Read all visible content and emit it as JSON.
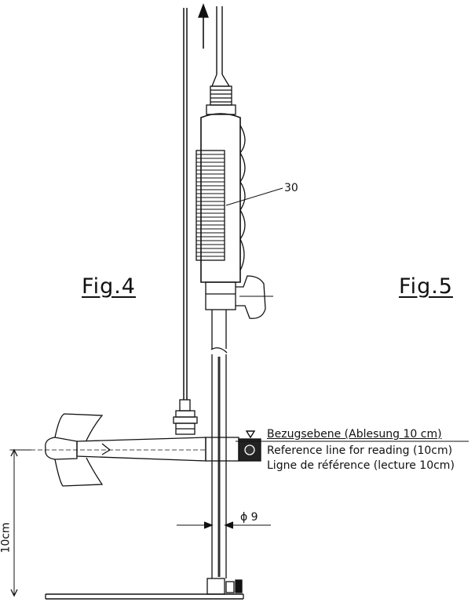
{
  "figures": {
    "fig4_label": "Fig.4",
    "fig5_label": "Fig.5"
  },
  "callouts": {
    "part_number": "30",
    "diameter": "ϕ 9",
    "height_dimension": "10cm"
  },
  "reference_line": {
    "german": "Bezugsebene (Ablesung  10 cm)",
    "english": "Reference line for reading (10cm)",
    "french": "Ligne de référence (lecture 10cm)"
  },
  "symbols": {
    "direction_arrow": "up-arrow-icon",
    "reference_marker": "down-triangle-icon"
  }
}
